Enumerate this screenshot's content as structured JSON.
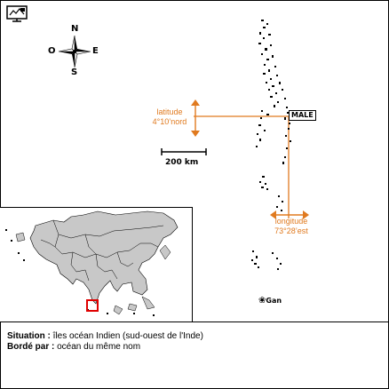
{
  "compass": {
    "north": "N",
    "south": "S",
    "east": "E",
    "west": "O"
  },
  "scale": {
    "label": "200 km"
  },
  "latitude": {
    "label": "latitude",
    "value": "4°10’nord"
  },
  "longitude": {
    "label": "longitude",
    "value": "73°28’est"
  },
  "places": {
    "capital": "MALE",
    "south_atoll": "Gan"
  },
  "info": {
    "situation_label": "Situation :",
    "situation_value": "îles océan Indien (sud-ouest de l'Inde)",
    "border_label": "Bordé par :",
    "border_value": "océan du même nom"
  },
  "colors": {
    "accent": "#e07a1f",
    "land": "#c8c8c8",
    "highlight": "#e00000"
  }
}
